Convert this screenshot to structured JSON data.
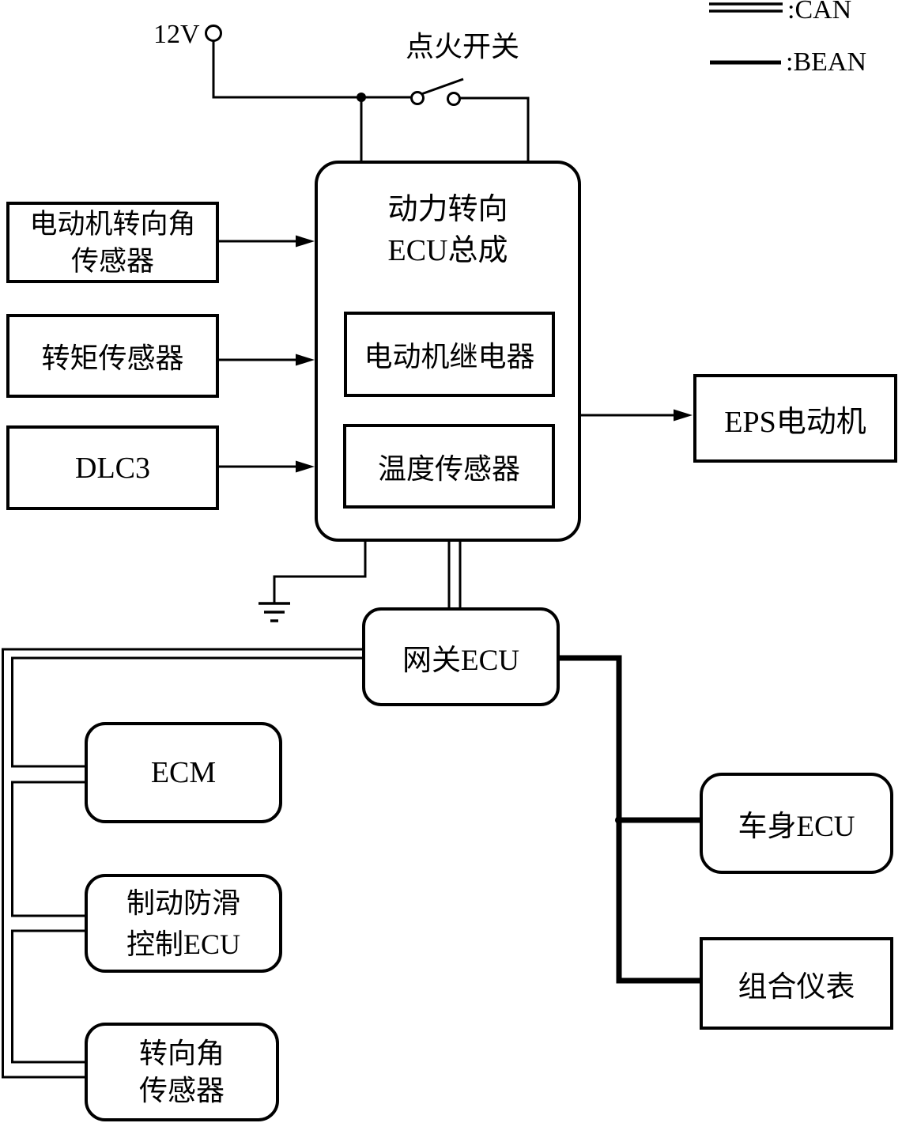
{
  "legend": {
    "can_label": ":CAN",
    "bean_label": ":BEAN"
  },
  "power": {
    "supply_label": "12V",
    "ignition_label": "点火开关"
  },
  "nodes": {
    "motor_angle_sensor": {
      "line1": "电动机转向角",
      "line2": "传感器"
    },
    "torque_sensor": {
      "label": "转矩传感器"
    },
    "dlc3": {
      "label": "DLC3"
    },
    "power_steering_ecu": {
      "line1": "动力转向",
      "line2": "ECU总成"
    },
    "motor_relay": {
      "label": "电动机继电器"
    },
    "temperature_sensor": {
      "label": "温度传感器"
    },
    "eps_motor": {
      "label": "EPS电动机"
    },
    "gateway_ecu": {
      "label": "网关ECU"
    },
    "ecm": {
      "label": "ECM"
    },
    "abs_control_ecu": {
      "line1": "制动防滑",
      "line2": "控制ECU"
    },
    "steering_angle_sensor": {
      "line1": "转向角",
      "line2": "传感器"
    },
    "body_ecu": {
      "label": "车身ECU"
    },
    "combination_meter": {
      "label": "组合仪表"
    }
  },
  "colors": {
    "line": "#000000",
    "background": "#ffffff"
  }
}
